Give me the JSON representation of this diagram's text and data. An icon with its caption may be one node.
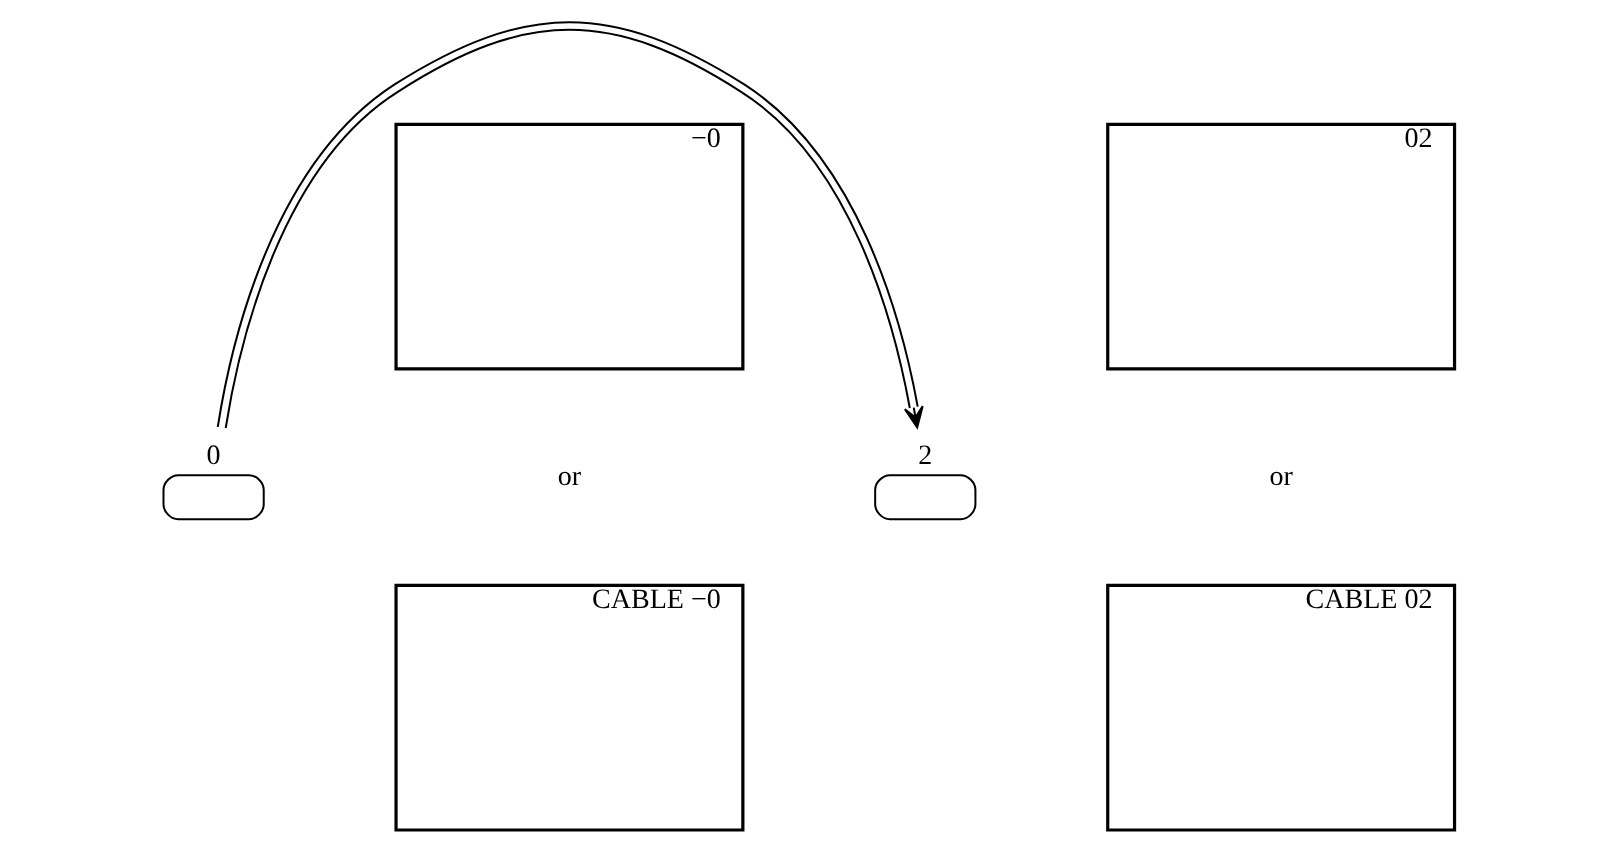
{
  "diagram": {
    "nodes": [
      {
        "text": [
          "0"
        ]
      },
      {
        "text": [
          "−0"
        ]
      },
      {
        "text": [
          "CABLE −0"
        ]
      },
      {
        "text": [
          "2"
        ]
      },
      {
        "text": [
          "02"
        ]
      },
      {
        "text": [
          "CABLE 02"
        ]
      }
    ],
    "edges": [
      {
        "from": 0,
        "to": 3,
        "arrow": "to"
      }
    ],
    "labels": [
      "or",
      "or"
    ]
  }
}
